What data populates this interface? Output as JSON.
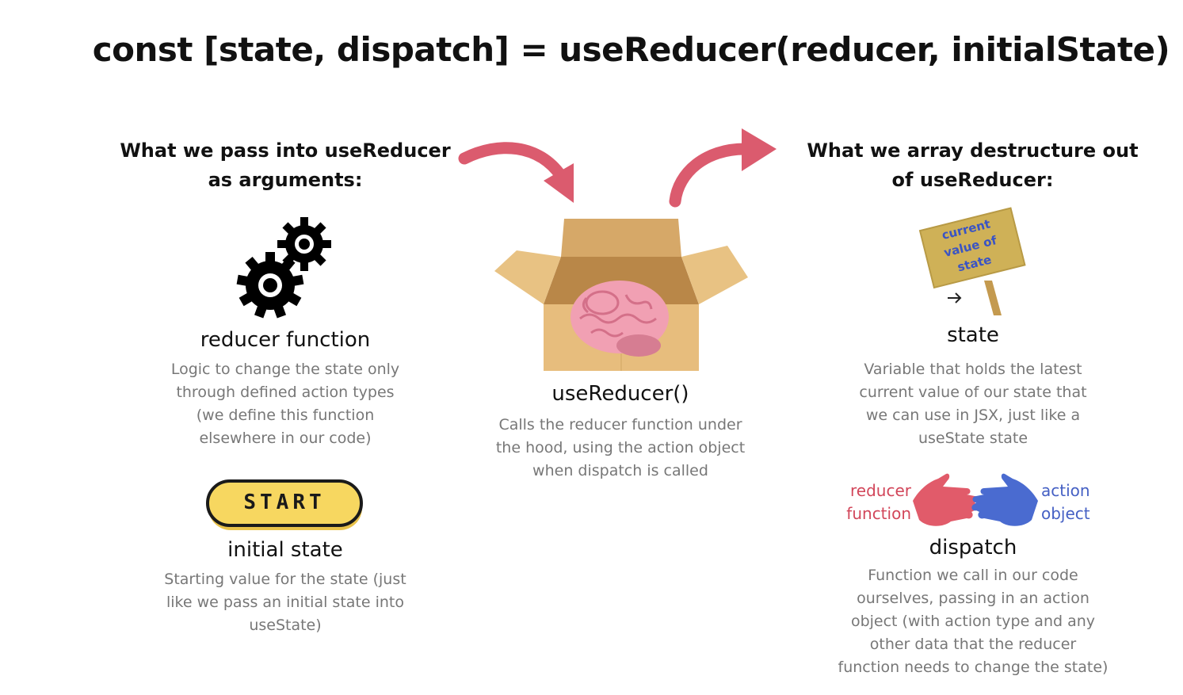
{
  "title": "const [state, dispatch] = useReducer(reducer, initialState)",
  "left": {
    "heading_line1": "What we pass into useReducer",
    "heading_line2": "as arguments:",
    "reducer": {
      "icon": "gears-icon",
      "title": "reducer function",
      "desc_lines": [
        "Logic to change the state only",
        "through defined action types",
        "(we define this function",
        "elsewhere in our code)"
      ]
    },
    "initial": {
      "icon": "start-button-icon",
      "button_label": "START",
      "title": "initial state",
      "desc_lines": [
        "Starting value for the state (just",
        "like we pass an initial state into",
        "useState)"
      ]
    }
  },
  "center": {
    "icon": "box-with-brain-icon",
    "title": "useReducer()",
    "desc_lines": [
      "Calls the reducer function under",
      "the hood, using the action object",
      "when dispatch is called"
    ]
  },
  "right": {
    "heading_line1": "What we array destructure out",
    "heading_line2": "of useReducer:",
    "state": {
      "icon": "signpost-icon",
      "sign_lines": [
        "current",
        "value of",
        "state"
      ],
      "title": "state",
      "desc_lines": [
        "Variable that holds the latest",
        "current value of our state that",
        "we can use in JSX, just like a",
        "useState state"
      ]
    },
    "dispatch": {
      "icon": "hands-passing-icon",
      "left_label_lines": [
        "reducer",
        "function"
      ],
      "right_label_lines": [
        "action",
        "object"
      ],
      "title": "dispatch",
      "desc_lines": [
        "Function we call in our code",
        "ourselves, passing in an action",
        "object (with action type and any",
        "other data that the reducer",
        "function needs to change the state)"
      ]
    }
  },
  "colors": {
    "arrow": "#db5b6e",
    "reducer_label": "#d2465a",
    "action_label": "#4560c4",
    "desc_text": "#777777",
    "start_button": "#f7d760",
    "box": "#e7bd7d",
    "brain": "#f1a0b3",
    "sign": "#cfb157"
  }
}
